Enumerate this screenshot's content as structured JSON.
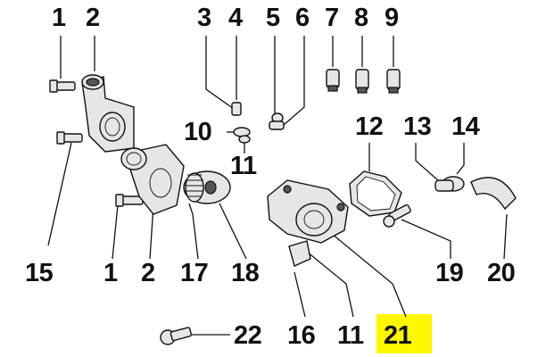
{
  "labels": {
    "n1_top": "1",
    "n2_top": "2",
    "n3": "3",
    "n4": "4",
    "n5": "5",
    "n6": "6",
    "n7": "7",
    "n8": "8",
    "n9": "9",
    "n10": "10",
    "n11_mid": "11",
    "n12": "12",
    "n13": "13",
    "n14": "14",
    "n15": "15",
    "n1_bot": "1",
    "n2_bot": "2",
    "n17": "17",
    "n18": "18",
    "n19": "19",
    "n20": "20",
    "n16": "16",
    "n11_bot": "11",
    "n21": "21",
    "n22": "22"
  },
  "highlight": {
    "label": "21",
    "color": "#fff700"
  }
}
